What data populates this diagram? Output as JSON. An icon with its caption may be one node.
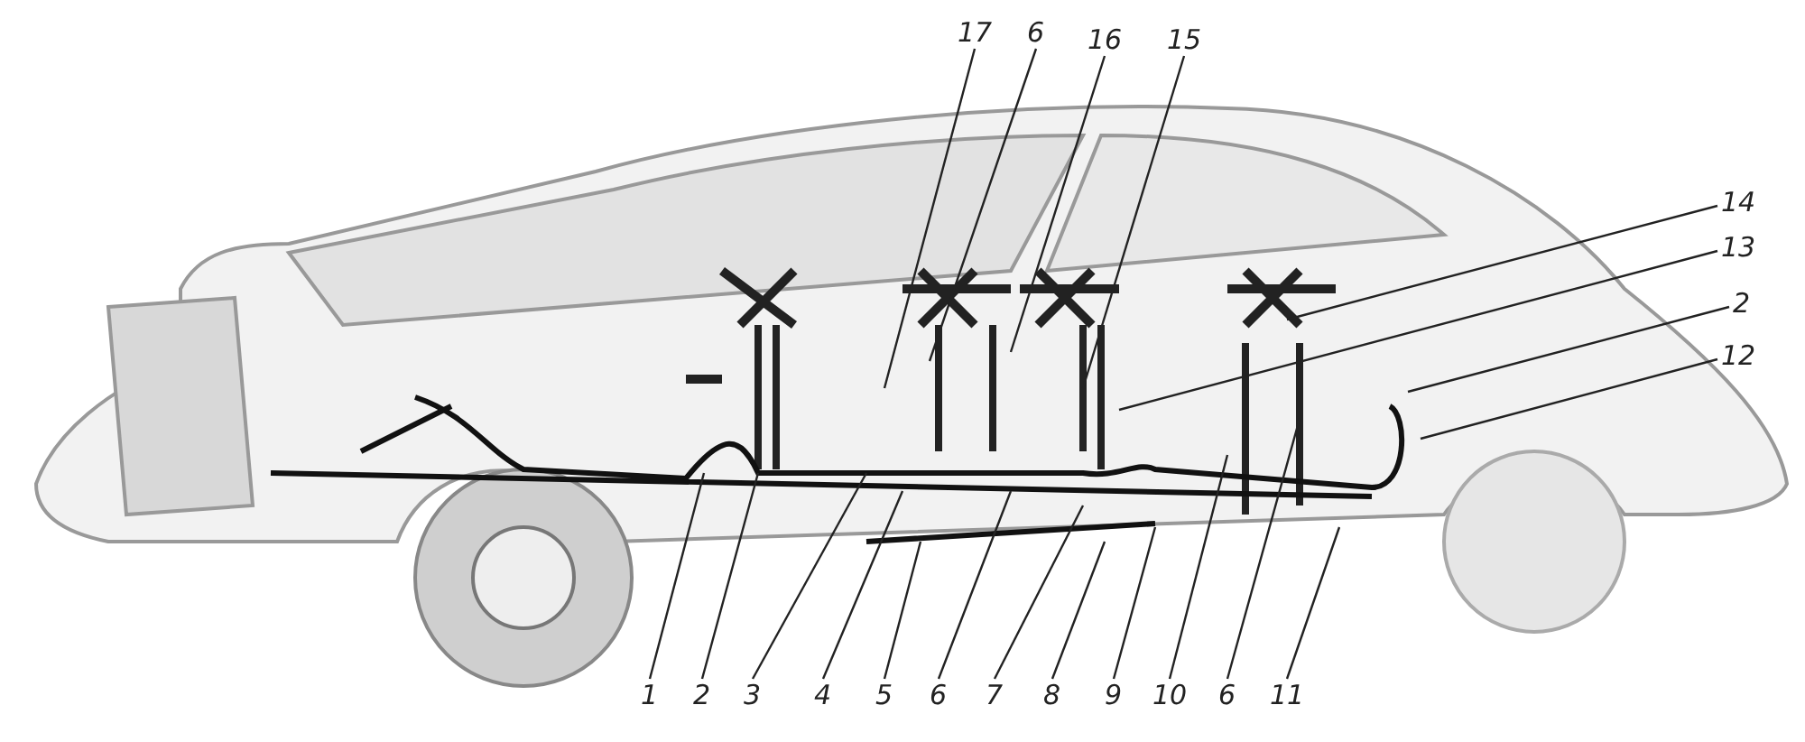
{
  "diagram": {
    "nodes": [
      {
        "text": [
          "17"
        ]
      },
      {
        "text": [
          "6"
        ]
      },
      {
        "text": [
          "16"
        ]
      },
      {
        "text": [
          "15"
        ]
      },
      {
        "text": [
          "14"
        ]
      },
      {
        "text": [
          "13"
        ]
      },
      {
        "text": [
          "2"
        ]
      },
      {
        "text": [
          "12"
        ]
      },
      {
        "text": [
          "1"
        ]
      },
      {
        "text": [
          "2"
        ]
      },
      {
        "text": [
          "3"
        ]
      },
      {
        "text": [
          "4"
        ]
      },
      {
        "text": [
          "5"
        ]
      },
      {
        "text": [
          "6"
        ]
      },
      {
        "text": [
          "7"
        ]
      },
      {
        "text": [
          "8"
        ]
      },
      {
        "text": [
          "9"
        ]
      },
      {
        "text": [
          "10"
        ]
      },
      {
        "text": [
          "6"
        ]
      },
      {
        "text": [
          "11"
        ]
      }
    ],
    "edges": [
      {
        "from": 0,
        "to": null,
        "arrow": "none"
      },
      {
        "from": 1,
        "to": null,
        "arrow": "none"
      },
      {
        "from": 2,
        "to": null,
        "arrow": "none"
      },
      {
        "from": 3,
        "to": null,
        "arrow": "none"
      },
      {
        "from": 4,
        "to": null,
        "arrow": "none"
      },
      {
        "from": 5,
        "to": null,
        "arrow": "none"
      },
      {
        "from": 6,
        "to": null,
        "arrow": "none"
      },
      {
        "from": 7,
        "to": null,
        "arrow": "none"
      },
      {
        "from": 8,
        "to": null,
        "arrow": "none"
      },
      {
        "from": 9,
        "to": null,
        "arrow": "none"
      },
      {
        "from": 10,
        "to": null,
        "arrow": "none"
      },
      {
        "from": 11,
        "to": null,
        "arrow": "none"
      },
      {
        "from": 12,
        "to": null,
        "arrow": "none"
      },
      {
        "from": 13,
        "to": null,
        "arrow": "none"
      },
      {
        "from": 14,
        "to": null,
        "arrow": "none"
      },
      {
        "from": 15,
        "to": null,
        "arrow": "none"
      },
      {
        "from": 16,
        "to": null,
        "arrow": "none"
      },
      {
        "from": 17,
        "to": null,
        "arrow": "none"
      },
      {
        "from": 18,
        "to": null,
        "arrow": "none"
      },
      {
        "from": 19,
        "to": null,
        "arrow": "none"
      }
    ]
  }
}
